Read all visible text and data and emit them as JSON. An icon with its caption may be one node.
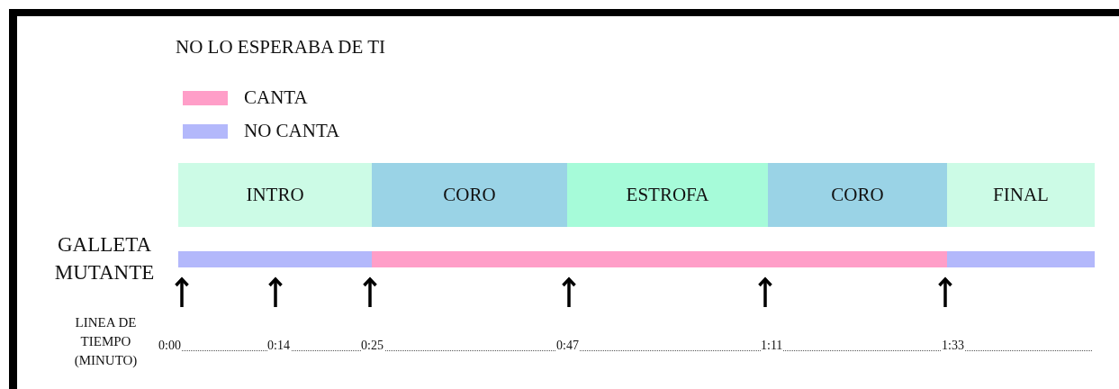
{
  "diagram": {
    "title": "NO LO ESPERABA DE TI",
    "nodes": [
      {
        "text": [
          "INTRO"
        ]
      },
      {
        "text": [
          "CORO"
        ]
      },
      {
        "text": [
          "ESTROFA"
        ]
      },
      {
        "text": [
          "CORO"
        ]
      },
      {
        "text": [
          "FINAL"
        ]
      }
    ],
    "labels": [
      "GALLETA MUTANTE",
      "LINEA DE TIEMPO (MINUTO)",
      "0:00",
      "0:14",
      "0:25",
      "0:47",
      "1:11",
      "1:33"
    ],
    "legend": [
      {
        "text": "CANTA",
        "color": "#ff9ec8"
      },
      {
        "text": "NO CANTA",
        "color": "#b3b8fb"
      }
    ]
  }
}
